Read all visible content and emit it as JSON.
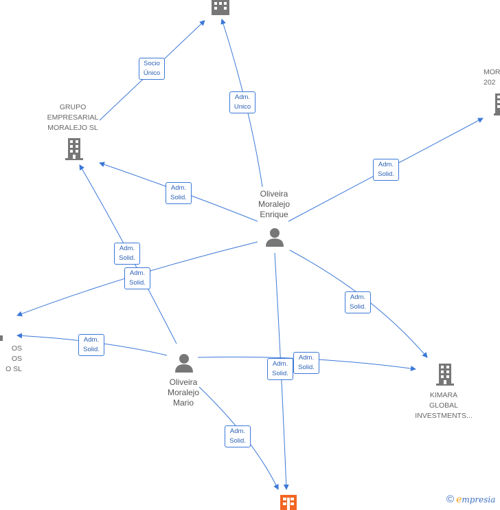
{
  "nodes": {
    "grupo": {
      "label": "GRUPO\nEMPRESARIAL\nMORALEJO  SL"
    },
    "mor": {
      "label": "MOR\n202"
    },
    "kimara": {
      "label": "KIMARA\nGLOBAL\nINVESTMENTS..."
    },
    "left": {
      "label": "OS\nOS\nO  SL"
    },
    "enrique": {
      "label": "Oliveira\nMoralejo\nEnrique"
    },
    "mario": {
      "label": "Oliveira\nMoralejo\nMario"
    }
  },
  "edges": {
    "socio_unico": "Socio\nÚnico",
    "adm_unico": "Adm.\nUnico",
    "adm_solid": "Adm.\nSolid."
  },
  "brand": {
    "copyright": "©",
    "e": "e",
    "rest": "mpresia"
  },
  "colors": {
    "edge": "#3b78d8",
    "icon": "#777777",
    "highlight": "#f26522"
  }
}
